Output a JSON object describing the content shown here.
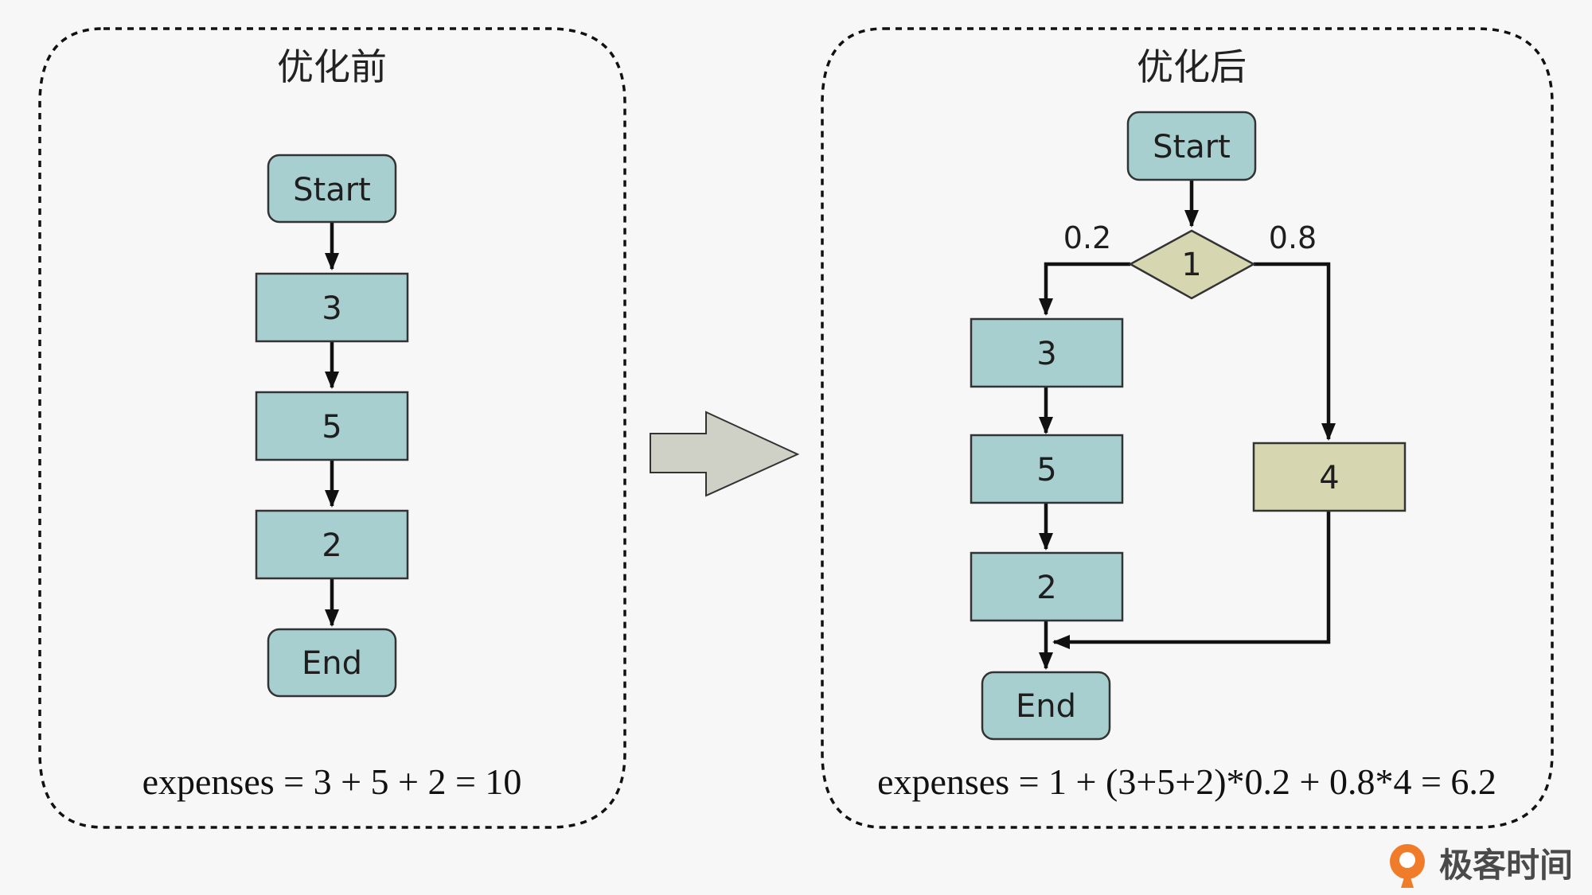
{
  "left_panel": {
    "title": "优化前",
    "nodes": {
      "start": "Start",
      "n3": "3",
      "n5": "5",
      "n2": "2",
      "end": "End"
    },
    "formula": "expenses = 3 + 5 + 2 = 10"
  },
  "right_panel": {
    "title": "优化后",
    "nodes": {
      "start": "Start",
      "decision": "1",
      "n3": "3",
      "n5": "5",
      "n2": "2",
      "n4": "4",
      "end": "End"
    },
    "prob_left": "0.2",
    "prob_right": "0.8",
    "formula": "expenses = 1 + (3+5+2)*0.2 + 0.8*4 = 6.2"
  },
  "brand": {
    "name": "极客时间"
  },
  "colors": {
    "node_fill": "#a8cfcf",
    "highlight_fill": "#d6d7b0",
    "arrow_fill": "#cfd0c6",
    "brand_orange": "#f07c2a"
  }
}
